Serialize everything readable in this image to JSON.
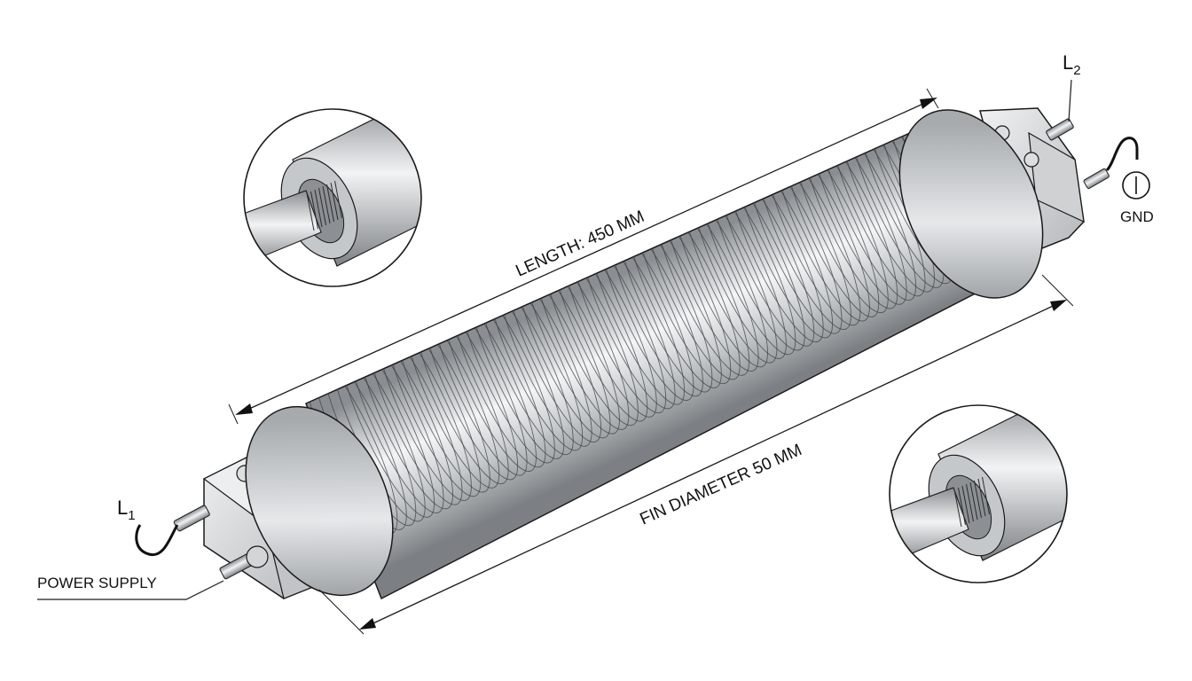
{
  "labels": {
    "length": "LENGTH: 450 MM",
    "fin_diameter": "FIN DIAMETER 50 MM",
    "power_supply": "POWER SUPPLY",
    "l1_base": "L",
    "l1_sub": "1",
    "l2_base": "L",
    "l2_sub": "2",
    "ground": "GND"
  },
  "colors": {
    "steel_light": "#f4f5f6",
    "steel_mid": "#b9bcbf",
    "steel_dark": "#7c8084",
    "line": "#1a1a1a",
    "background": "#ffffff"
  },
  "icons": {
    "ground_symbol": "ground-icon",
    "left_terminal": "terminal-screw-icon",
    "right_terminal": "terminal-screw-icon"
  }
}
